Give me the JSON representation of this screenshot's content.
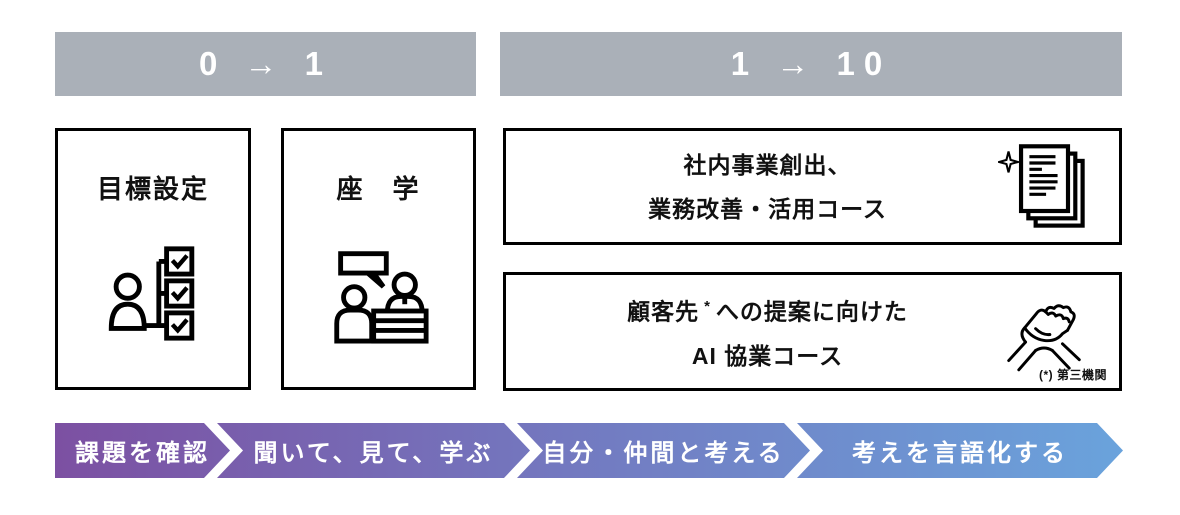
{
  "phase_headers": [
    {
      "label": "0 → 1"
    },
    {
      "label": "1 → 10"
    }
  ],
  "left_cards": [
    {
      "title": "目標設定",
      "icon": "person-checklist-icon"
    },
    {
      "title": "座　学",
      "icon": "lecture-discussion-icon"
    }
  ],
  "right_cards": [
    {
      "line1": "社内事業創出、",
      "line2": "業務改善・活用コース",
      "icon": "documents-sparkle-icon"
    },
    {
      "line1_pre": "顧客先",
      "line1_sup": "*",
      "line1_post": "への提案に向けた",
      "line2": "AI 協業コース",
      "icon": "handshake-icon",
      "footnote": "(*) 第三機関"
    }
  ],
  "process_steps": [
    {
      "label": "課題を確認"
    },
    {
      "label": "聞いて、見て、学ぶ"
    },
    {
      "label": "自分・仲間と考える"
    },
    {
      "label": "考えを言語化する"
    }
  ],
  "colors": {
    "phase_header_bg": "#aab0b8",
    "card_border": "#000000",
    "process_gradient_start": "#7c50a2",
    "process_gradient_mid": "#7379c0",
    "process_gradient_end": "#6aa3dc",
    "text": "#111111",
    "inverse_text": "#ffffff"
  }
}
